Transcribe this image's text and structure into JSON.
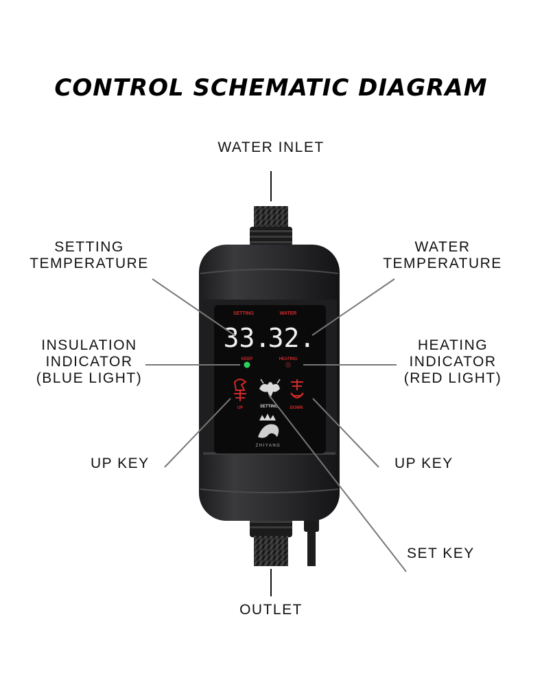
{
  "title": "CONTROL SCHEMATIC DIAGRAM",
  "labels": {
    "water_inlet": "WATER INLET",
    "setting_temperature": [
      "SETTING",
      "TEMPERATURE"
    ],
    "water_temperature": [
      "WATER",
      "TEMPERATURE"
    ],
    "insulation_indicator": [
      "INSULATION",
      "INDICATOR",
      "(BLUE LIGHT)"
    ],
    "heating_indicator": [
      "HEATING",
      "INDICATOR",
      "(RED LIGHT)"
    ],
    "up_key_left": "UP KEY",
    "up_key_right": "UP KEY",
    "set_key": "SET KEY",
    "outlet": "OUTLET"
  },
  "device": {
    "panel_setting": "SETTING",
    "panel_water": "WATER",
    "setting_display": "33.",
    "water_display": "32.",
    "keep_label": "KEEP",
    "heating_label": "HEATING",
    "up_label": "UP",
    "setting_key_label": "SETTING",
    "down_label": "DOWN",
    "brand": "ZHIYANG"
  },
  "colors": {
    "accent_red": "#d42a2a",
    "indicator_green": "#2bd15a",
    "body": "#2b2b2d"
  }
}
